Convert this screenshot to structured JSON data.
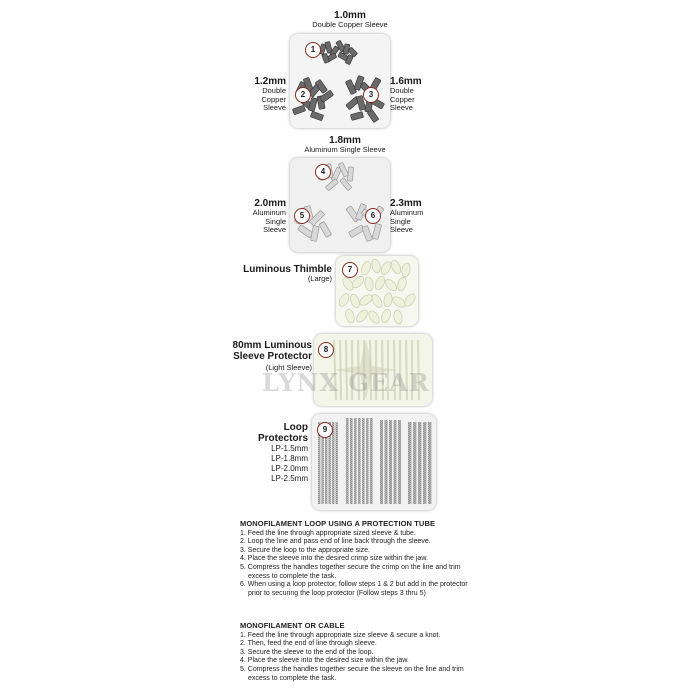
{
  "products": {
    "p1": {
      "badge": "1",
      "size": "1.0mm",
      "desc": "Double Copper Sleeve"
    },
    "p2": {
      "badge": "2",
      "size": "1.2mm",
      "desc_lines": [
        "Double",
        "Copper",
        "Sleeve"
      ]
    },
    "p3": {
      "badge": "3",
      "size": "1.6mm",
      "desc_lines": [
        "Double",
        "Copper",
        "Sleeve"
      ]
    },
    "p4": {
      "badge": "4",
      "size": "1.8mm",
      "desc": "Aluminum Single Sleeve"
    },
    "p5": {
      "badge": "5",
      "size": "2.0mm",
      "desc_lines": [
        "Aluminum",
        "Single",
        "Sleeve"
      ]
    },
    "p6": {
      "badge": "6",
      "size": "2.3mm",
      "desc_lines": [
        "Aluminum",
        "Single",
        "Sleeve"
      ]
    },
    "p7": {
      "badge": "7",
      "title": "Luminous Thimble",
      "note": "(Large)"
    },
    "p8": {
      "badge": "8",
      "title_lines": [
        "80mm Luminous",
        "Sleeve Protector"
      ],
      "note": "(Light Sleeve)"
    },
    "p9": {
      "badge": "9",
      "title": "Loop Protectors",
      "sizes": [
        "LP-1.5mm",
        "LP-1.8mm",
        "LP-2.0mm",
        "LP-2.5mm"
      ]
    }
  },
  "watermark": "LYNX  GEAR",
  "instructions": [
    {
      "heading": "MONOFILAMENT LOOP USING A PROTECTION TUBE",
      "steps": [
        "1. Feed the line through appropriate sized sleeve & tube.",
        "2. Loop the line and pass end of line back through the sleeve.",
        "3. Secure the loop to the appropriate size.",
        "4. Place the sleeve into the desired crimp size within the jaw.",
        "5. Compress the handles together secure the crimp on the line and trim excess to complete the task.",
        "6. When using a loop protector, follow steps 1 & 2 but add in the protector prior to securing the loop protector (Follow steps 3 thru 5)"
      ]
    },
    {
      "heading": "MONOFILAMENT OR CABLE",
      "steps": [
        "1. Feed the line through appropriate size sleeve & secure a knot.",
        "2. Then, feed the end of line through sleeve.",
        "3. Secure the sleeve to the end of the loop.",
        "4. Place the sleeve into the desired size within the jaw.",
        "5. Compress the handles together secure the sleeve on the line and trim excess to complete the task."
      ]
    }
  ],
  "colors": {
    "copper_sleeve": "#5a5a5a",
    "aluminum_sleeve": "#c8c8c8",
    "luminous": "#eef2dc",
    "badge_ring": "#8a2a1e"
  }
}
